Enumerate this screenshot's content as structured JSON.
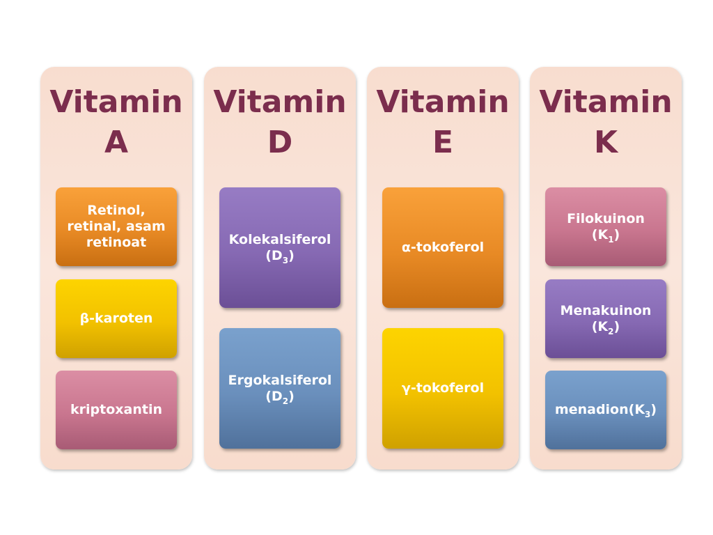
{
  "columns": [
    {
      "title_line1": "Vitamin",
      "title_line2": "A",
      "items": [
        {
          "text": "Retinol, retinal, asam retinoat",
          "color": "#f9a13a"
        },
        {
          "text": "β-karoten",
          "color": "#fdd400"
        },
        {
          "text": "kriptoxantin",
          "color": "#db8ea4"
        }
      ]
    },
    {
      "title_line1": "Vitamin",
      "title_line2": "D",
      "items": [
        {
          "text": "Kolekalsiferol",
          "paren_open": "(D",
          "sub": "3",
          "paren_close": ")",
          "color": "#977cc4"
        },
        {
          "text": "Ergokalsiferol",
          "paren_open": "(D",
          "sub": "2",
          "paren_close": ")",
          "color": "#7aa1cd"
        }
      ]
    },
    {
      "title_line1": "Vitamin",
      "title_line2": "E",
      "items": [
        {
          "text": "α-tokoferol",
          "color": "#f9a13a"
        },
        {
          "text": "γ-tokoferol",
          "color": "#fdd400"
        }
      ]
    },
    {
      "title_line1": "Vitamin",
      "title_line2": "K",
      "items": [
        {
          "text": "Filokuinon",
          "paren_open": "(K",
          "sub": "1",
          "paren_close": ")",
          "color": "#db8ea4"
        },
        {
          "text": "Menakuinon",
          "paren_open": "(K",
          "sub": "2",
          "paren_close": ")",
          "color": "#977cc4"
        },
        {
          "text": "menadion(K",
          "sub": "3",
          "paren_close": ")",
          "color": "#7aa1cd"
        }
      ]
    }
  ]
}
